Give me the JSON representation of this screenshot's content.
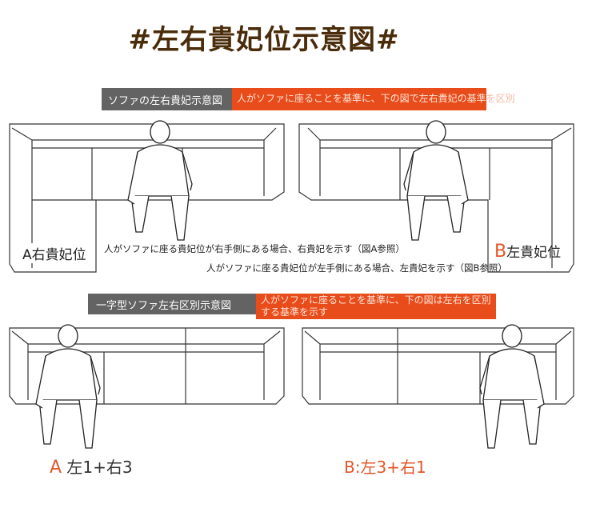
{
  "title": "#左右貴妃位示意図#",
  "section1": {
    "banner_label": "ソファの左右貴妃示意図",
    "banner_desc": "人がソファに座ることを基準に、下の図で左右貴妃の基準",
    "banner_desc_overflow": "を区別",
    "label_a": "A右貴妃位",
    "label_b_letter": "B",
    "label_b": "左貴妃位",
    "note_a": "人がソファに座る貴妃位が右手側にある場合、右貴妃を示す（図A参照）",
    "note_b": "人がソファに座る貴妃位が左手側にある場合、左貴妃を示す（図B参照）"
  },
  "section2": {
    "banner_label": "一字型ソファ左右区別示意図",
    "banner_desc_line1": "人がソファに座ることを基準に、下の図は左右を区別",
    "banner_desc_line2": "する基準を示す",
    "label_a_letter": "A",
    "label_a": "左1+右3",
    "label_b": "B:左3+右1"
  },
  "colors": {
    "title": "#4a2c0a",
    "accent": "#e84c1a",
    "gray": "#636363"
  }
}
